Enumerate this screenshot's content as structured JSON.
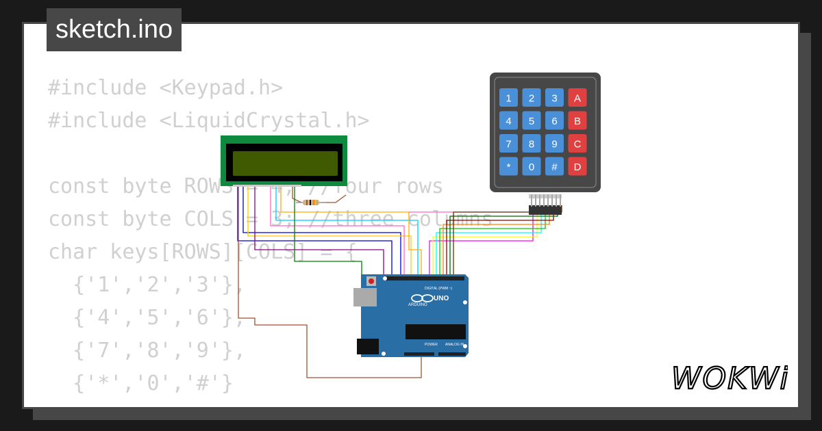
{
  "title": "sketch.ino",
  "code_lines": [
    "#include <Keypad.h>",
    "#include <LiquidCrystal.h>",
    "",
    "const byte ROWS = 4; //four rows",
    "const byte COLS = 3; //three columns",
    "char keys[ROWS][COLS] = {",
    "  {'1','2','3'},",
    "  {'4','5','6'},",
    "  {'7','8','9'},",
    "  {'*','0','#'}",
    "};"
  ],
  "logo": "WOKWi",
  "keypad": {
    "rows": [
      [
        "1",
        "2",
        "3",
        "A"
      ],
      [
        "4",
        "5",
        "6",
        "B"
      ],
      [
        "7",
        "8",
        "9",
        "C"
      ],
      [
        "*",
        "0",
        "#",
        "D"
      ]
    ],
    "number_key_color": "#4a90d9",
    "letter_key_color": "#e04040",
    "body_color": "#474747"
  },
  "arduino": {
    "model": "UNO",
    "brand": "ARDUINO",
    "digital_label": "DIGITAL (PWM ~)",
    "power_label": "POWER",
    "analog_label": "ANALOG IN",
    "board_color": "#2a6ea6"
  },
  "lcd": {
    "frame_color": "#0d8a3e",
    "screen_color": "#3f5a00"
  },
  "colors": {
    "background": "#1a1a1a",
    "card": "#ffffff",
    "card_border": "#474747",
    "code_text": "#d0d0d0",
    "title_bg": "#474747"
  }
}
